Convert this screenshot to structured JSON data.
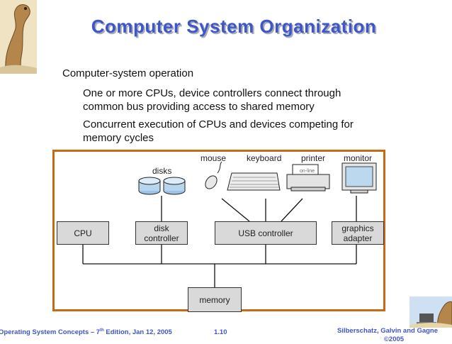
{
  "title": "Computer System Organization",
  "bullets": {
    "level1": "Computer-system operation",
    "level2": [
      "One or more CPUs, device controllers connect through common bus providing access to shared memory",
      "Concurrent execution of CPUs and devices competing for memory cycles"
    ]
  },
  "diagram": {
    "devices": {
      "disks": "disks",
      "mouse": "mouse",
      "keyboard": "keyboard",
      "printer": "printer",
      "printer_status": "on-line",
      "monitor": "monitor"
    },
    "components": {
      "cpu": "CPU",
      "disk_controller": "disk controller",
      "usb_controller": "USB controller",
      "graphics_adapter": "graphics adapter",
      "memory": "memory"
    },
    "colors": {
      "frame_border": "#c76a15",
      "component_fill": "#d9d9d9",
      "disk_fill": "#b7d6ee",
      "title_color": "#3d56c9"
    }
  },
  "footer": {
    "left_prefix": "Operating System Concepts – 7",
    "left_sup": "th",
    "left_suffix": " Edition, Jan 12, 2005",
    "page": "1.10",
    "right": "Silberschatz, Galvin and Gagne",
    "right_year": "©2005"
  }
}
